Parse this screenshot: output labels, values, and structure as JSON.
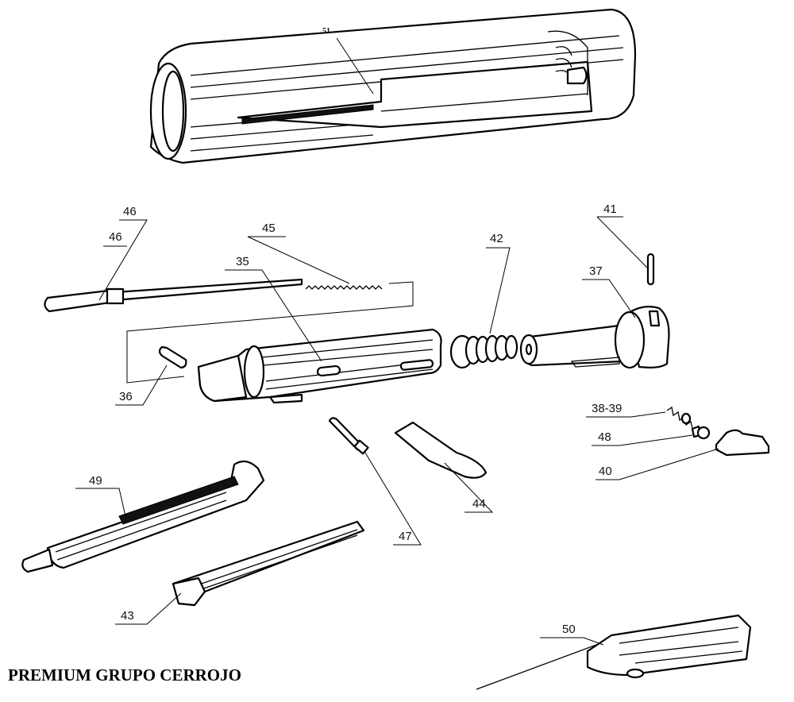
{
  "title": "PREMIUM GRUPO CERROJO",
  "callouts": {
    "p51": "51",
    "p46a": "46",
    "p46b": "46",
    "p45": "45",
    "p35": "35",
    "p42": "42",
    "p41": "41",
    "p37": "37",
    "p36": "36",
    "p38_39": "38-39",
    "p48": "48",
    "p40": "40",
    "p49": "49",
    "p47": "47",
    "p44": "44",
    "p43": "43",
    "p50": "50"
  }
}
